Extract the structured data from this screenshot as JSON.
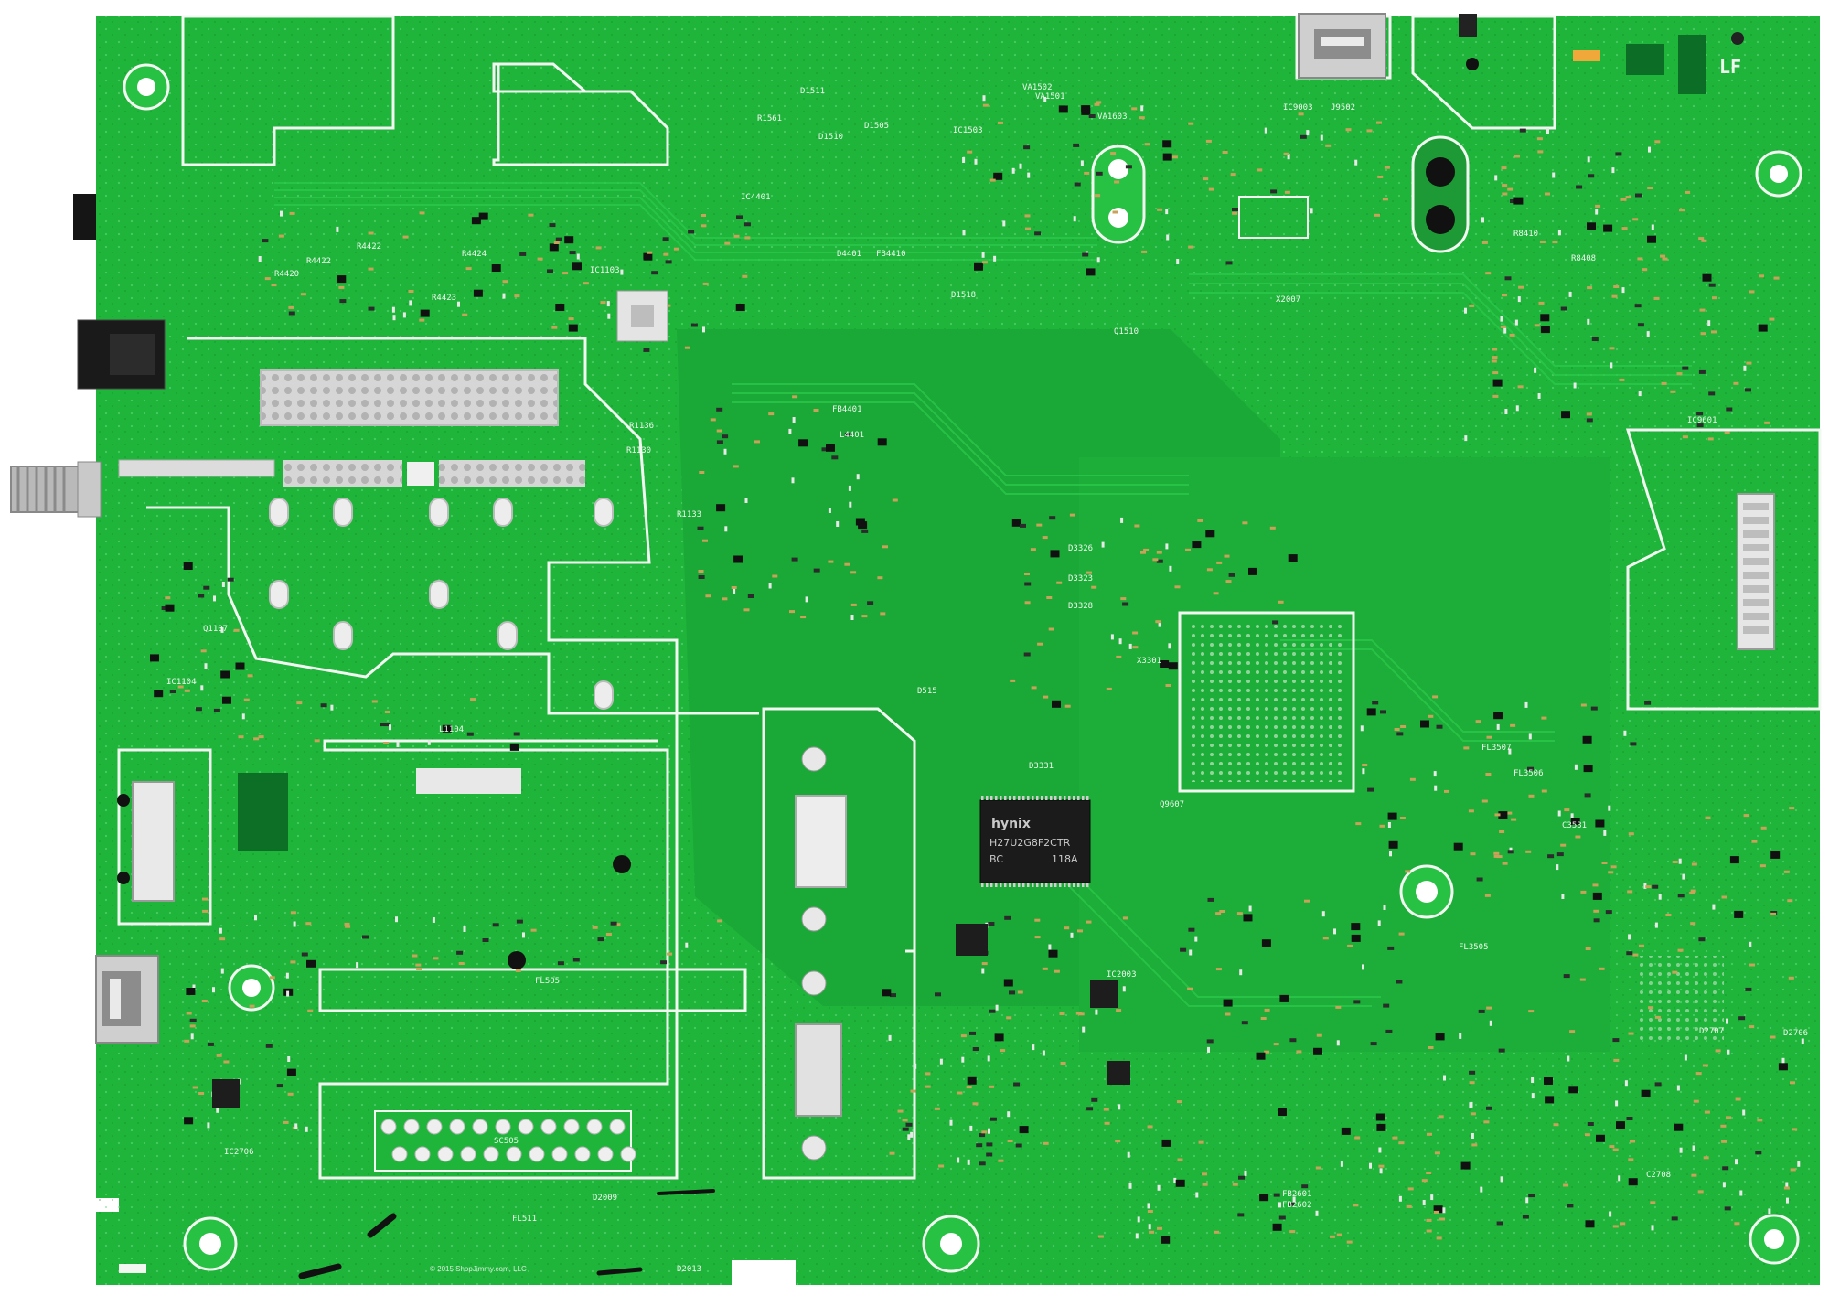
{
  "board": {
    "colors": {
      "background": "#ffffff",
      "pcb": "#1fb53b",
      "pcb_dark": "#17a232",
      "trace": "#2ac447",
      "silkscreen": "#f2f7f2",
      "pad": "#d8d8d8",
      "chip": "#1b1b1b",
      "hole": "#ffffff"
    },
    "corner_mark": "LF",
    "copyright": "© 2015 ShopJimmy.com, LLC",
    "chip": {
      "brand": "hynix",
      "line1": "H27U2G8F2CTR",
      "line2": "BC",
      "line3": "118A"
    },
    "labels": {
      "d1511": "D1511",
      "r1561": "R1561",
      "d1510": "D1510",
      "d1505": "D1505",
      "va1502": "VA1502",
      "va1501": "VA1501",
      "ic1503": "IC1503",
      "va1603": "VA1603",
      "ic9003": "IC9003",
      "j9502": "J9502",
      "ic4401": "IC4401",
      "d4401": "D4401",
      "fb4410": "FB4410",
      "r4422a": "R4422",
      "r4422b": "R4422",
      "r4420": "R4420",
      "r4424": "R4424",
      "r4423": "R4423",
      "ic1103": "IC1103",
      "fb4401": "FB4401",
      "l4401": "L4401",
      "r1136": "R1136",
      "r1130": "R1130",
      "r1133": "R1133",
      "d3326": "D3326",
      "d3323": "D3323",
      "d3328": "D3328",
      "x3301": "X3301",
      "d515": "D515",
      "q9607": "Q9607",
      "d3331": "D3331",
      "c3531": "C3531",
      "fl3507": "FL3507",
      "fl3506": "FL3506",
      "fl3505": "FL3505",
      "l1104": "L1104",
      "ic1104": "IC1104",
      "q1107": "Q1107",
      "fl505": "FL505",
      "sc505": "SC505",
      "d2009": "D2009",
      "d2013": "D2013",
      "fl511": "FL511",
      "ic2003": "IC2003",
      "ic2706": "IC2706",
      "d2707": "D2707",
      "d2706": "D2706",
      "c2708": "C2708",
      "fb2601": "FB2601",
      "fb2602": "FB2602",
      "ic9601": "IC9601",
      "r8410": "R8410",
      "r8408": "R8408",
      "x2007": "X2007",
      "q1510": "Q1510",
      "d1518": "D1518"
    }
  }
}
